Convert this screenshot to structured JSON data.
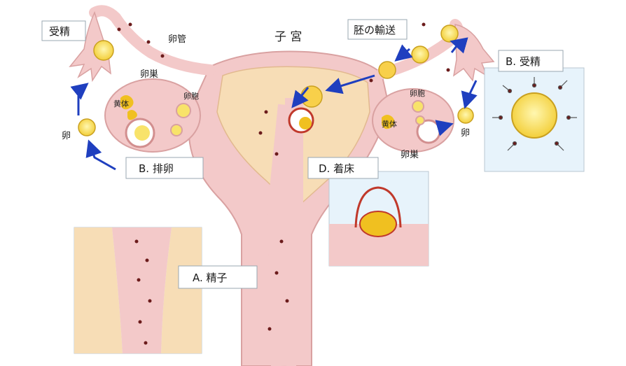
{
  "labels": {
    "uterus": "子 宮",
    "oviduct": "卵管",
    "ovary_left": "卵巣",
    "ovary_right": "卵巣",
    "corpus_luteum_left": "黄体",
    "corpus_luteum_right": "黄体",
    "follicle_left": "卵胞",
    "follicle_right": "卵胞",
    "egg_left": "卵",
    "egg_right": "卵"
  },
  "boxes": {
    "fertilization_top": "受精",
    "embryo_transport": "胚の輸送",
    "fertilization_b": "B. 受精",
    "ovulation_b": "B. 排卵",
    "implantation_d": "D. 着床",
    "sperm_a": "A. 精子"
  },
  "colors": {
    "tissue_pink": "#f3c9c9",
    "tissue_beige": "#f7ddb6",
    "egg_yellow": "#f8e36a",
    "arrow_blue": "#1f3fbf",
    "inset_blue": "#e7f3fb"
  }
}
